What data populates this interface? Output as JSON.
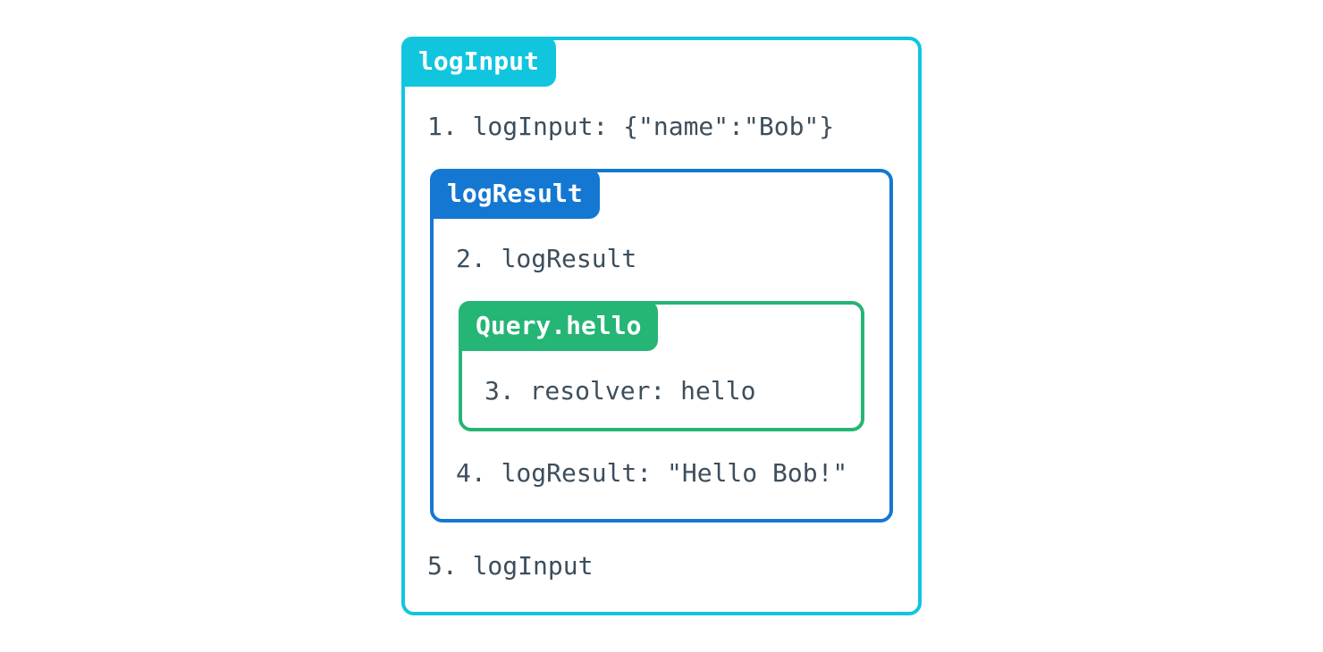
{
  "diagram": {
    "kind": "middleware-execution-flow",
    "colors": {
      "logInput": "#11c5df",
      "logResult": "#1478d2",
      "resolver": "#25b575",
      "step_text": "#3d4e5c",
      "label_text": "#ffffff",
      "background": "#ffffff"
    },
    "logInput": {
      "label": "logInput",
      "step_before": "1. logInput: {\"name\":\"Bob\"}",
      "step_after": "5. logInput"
    },
    "logResult": {
      "label": "logResult",
      "step_before": "2. logResult",
      "step_after": "4. logResult: \"Hello Bob!\""
    },
    "resolver": {
      "label": "Query.hello",
      "step_before": "3. resolver: hello"
    }
  }
}
